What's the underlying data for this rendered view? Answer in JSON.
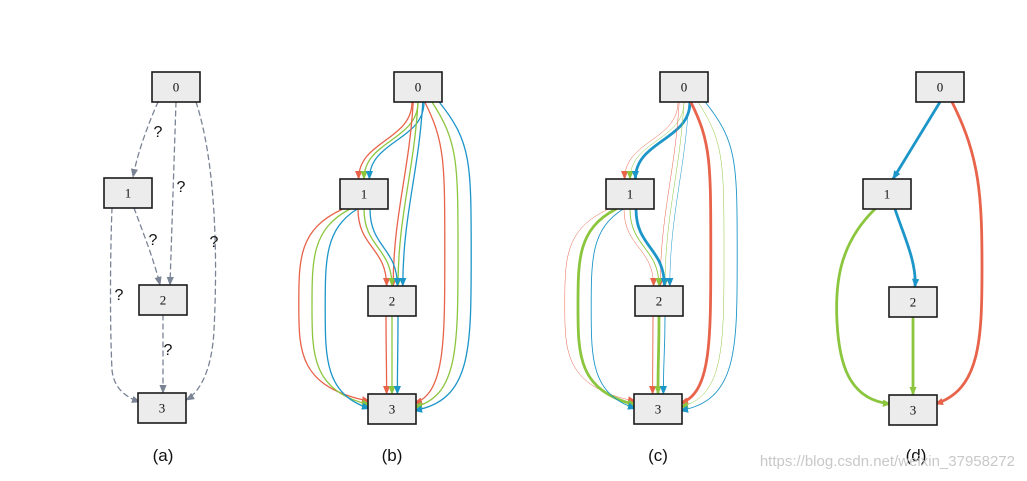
{
  "node_labels": [
    "0",
    "1",
    "2",
    "3"
  ],
  "colors": {
    "dashed": "#7a8495",
    "red": "#e8634a",
    "green": "#8cc63f",
    "blue": "#1c96c9"
  },
  "panels": [
    {
      "id": "a",
      "label": "(a)",
      "edges": [
        {
          "from": 0,
          "to": 1,
          "style": "dashed",
          "color": "dashed",
          "weight": "normal",
          "annotation": "?"
        },
        {
          "from": 0,
          "to": 2,
          "style": "dashed",
          "color": "dashed",
          "weight": "normal",
          "annotation": "?"
        },
        {
          "from": 0,
          "to": 3,
          "style": "dashed",
          "color": "dashed",
          "weight": "normal",
          "annotation": "?"
        },
        {
          "from": 1,
          "to": 2,
          "style": "dashed",
          "color": "dashed",
          "weight": "normal",
          "annotation": "?"
        },
        {
          "from": 1,
          "to": 3,
          "style": "dashed",
          "color": "dashed",
          "weight": "normal",
          "annotation": "?"
        },
        {
          "from": 2,
          "to": 3,
          "style": "dashed",
          "color": "dashed",
          "weight": "normal",
          "annotation": "?"
        }
      ]
    },
    {
      "id": "b",
      "label": "(b)",
      "edges": [
        {
          "from": 0,
          "to": 1,
          "color": "red",
          "weight": "normal"
        },
        {
          "from": 0,
          "to": 1,
          "color": "green",
          "weight": "normal"
        },
        {
          "from": 0,
          "to": 1,
          "color": "blue",
          "weight": "normal"
        },
        {
          "from": 0,
          "to": 2,
          "color": "red",
          "weight": "normal"
        },
        {
          "from": 0,
          "to": 2,
          "color": "green",
          "weight": "normal"
        },
        {
          "from": 0,
          "to": 2,
          "color": "blue",
          "weight": "normal"
        },
        {
          "from": 0,
          "to": 3,
          "color": "red",
          "weight": "normal"
        },
        {
          "from": 0,
          "to": 3,
          "color": "green",
          "weight": "normal"
        },
        {
          "from": 0,
          "to": 3,
          "color": "blue",
          "weight": "normal"
        },
        {
          "from": 1,
          "to": 2,
          "color": "red",
          "weight": "normal"
        },
        {
          "from": 1,
          "to": 2,
          "color": "green",
          "weight": "normal"
        },
        {
          "from": 1,
          "to": 2,
          "color": "blue",
          "weight": "normal"
        },
        {
          "from": 1,
          "to": 3,
          "color": "red",
          "weight": "normal"
        },
        {
          "from": 1,
          "to": 3,
          "color": "green",
          "weight": "normal"
        },
        {
          "from": 1,
          "to": 3,
          "color": "blue",
          "weight": "normal"
        },
        {
          "from": 2,
          "to": 3,
          "color": "red",
          "weight": "normal"
        },
        {
          "from": 2,
          "to": 3,
          "color": "green",
          "weight": "normal"
        },
        {
          "from": 2,
          "to": 3,
          "color": "blue",
          "weight": "normal"
        }
      ]
    },
    {
      "id": "c",
      "label": "(c)",
      "edges": [
        {
          "from": 0,
          "to": 1,
          "color": "red",
          "weight": "faint"
        },
        {
          "from": 0,
          "to": 1,
          "color": "green",
          "weight": "faint"
        },
        {
          "from": 0,
          "to": 1,
          "color": "blue",
          "weight": "thick"
        },
        {
          "from": 0,
          "to": 2,
          "color": "red",
          "weight": "faint"
        },
        {
          "from": 0,
          "to": 2,
          "color": "green",
          "weight": "faint"
        },
        {
          "from": 0,
          "to": 2,
          "color": "blue",
          "weight": "faint"
        },
        {
          "from": 0,
          "to": 3,
          "color": "red",
          "weight": "thick"
        },
        {
          "from": 0,
          "to": 3,
          "color": "green",
          "weight": "faint"
        },
        {
          "from": 0,
          "to": 3,
          "color": "blue",
          "weight": "light"
        },
        {
          "from": 1,
          "to": 2,
          "color": "red",
          "weight": "faint"
        },
        {
          "from": 1,
          "to": 2,
          "color": "green",
          "weight": "light"
        },
        {
          "from": 1,
          "to": 2,
          "color": "blue",
          "weight": "thick"
        },
        {
          "from": 1,
          "to": 3,
          "color": "red",
          "weight": "faint"
        },
        {
          "from": 1,
          "to": 3,
          "color": "green",
          "weight": "thick"
        },
        {
          "from": 1,
          "to": 3,
          "color": "blue",
          "weight": "light"
        },
        {
          "from": 2,
          "to": 3,
          "color": "red",
          "weight": "light"
        },
        {
          "from": 2,
          "to": 3,
          "color": "green",
          "weight": "thick"
        },
        {
          "from": 2,
          "to": 3,
          "color": "blue",
          "weight": "light"
        }
      ]
    },
    {
      "id": "d",
      "label": "(d)",
      "edges": [
        {
          "from": 0,
          "to": 1,
          "color": "blue",
          "weight": "thick"
        },
        {
          "from": 0,
          "to": 3,
          "color": "red",
          "weight": "thick"
        },
        {
          "from": 1,
          "to": 2,
          "color": "blue",
          "weight": "thick"
        },
        {
          "from": 1,
          "to": 3,
          "color": "green",
          "weight": "thick"
        },
        {
          "from": 2,
          "to": 3,
          "color": "green",
          "weight": "thick"
        }
      ]
    }
  ],
  "watermark": "https://blog.csdn.net/weixin_37958272"
}
